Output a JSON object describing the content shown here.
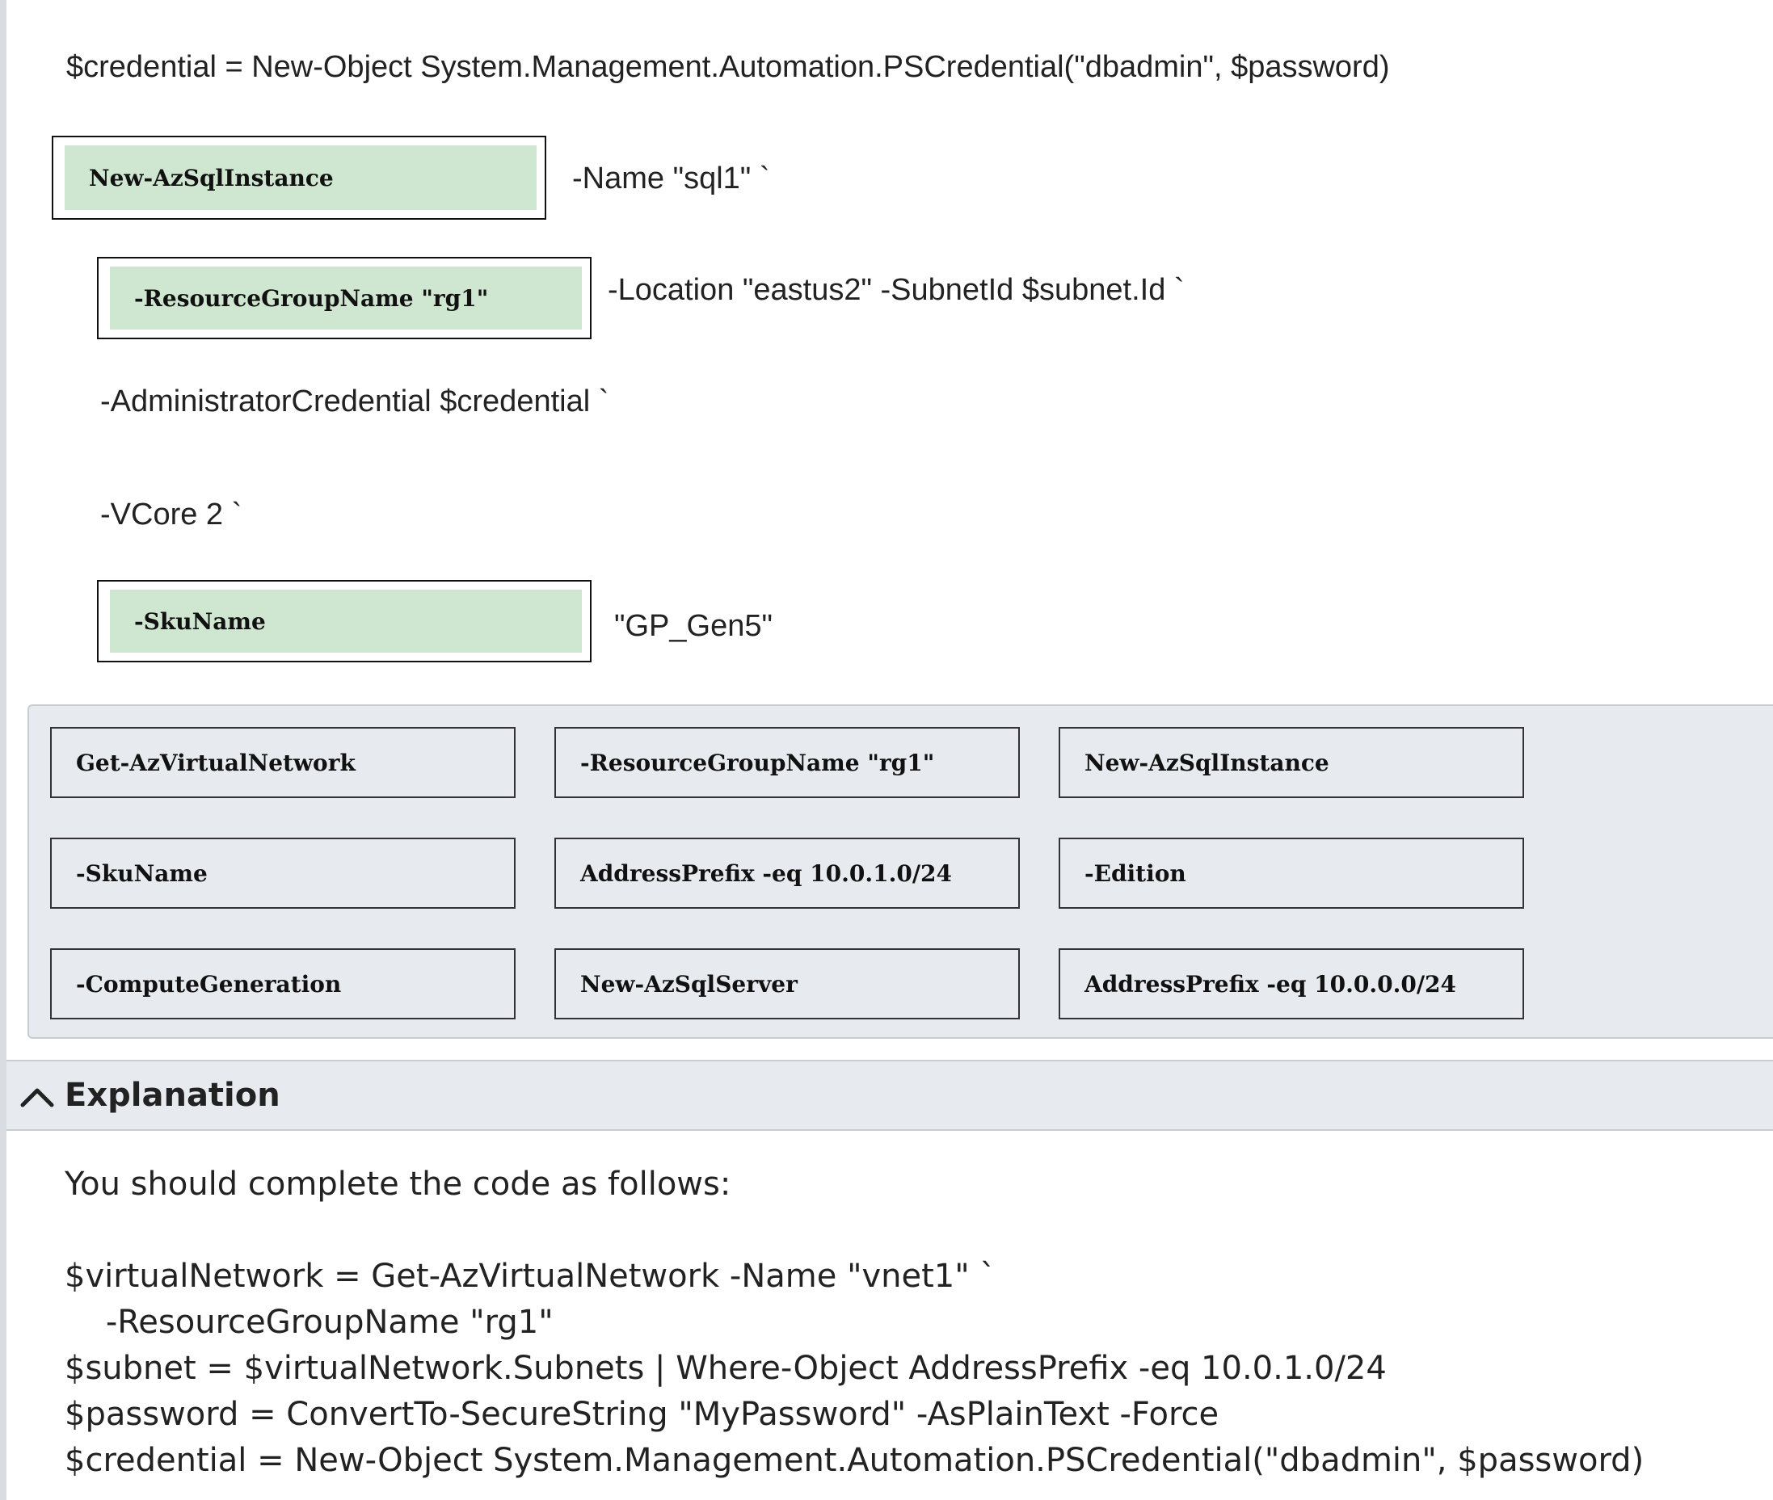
{
  "code": {
    "line1": "$credential = New-Object System.Management.Automation.PSCredential(\"dbadmin\", $password)",
    "slot1_suffix": "-Name \"sql1\" `",
    "slot2_suffix": "-Location \"eastus2\" -SubnetId $subnet.Id `",
    "line_admin": "-AdministratorCredential $credential `",
    "line_vcore": "-VCore 2 `",
    "slot3_suffix": "\"GP_Gen5\""
  },
  "slots": {
    "slot1": "New-AzSqlInstance",
    "slot2": "-ResourceGroupName \"rg1\"",
    "slot3": "-SkuName"
  },
  "bank": {
    "tiles": [
      "Get-AzVirtualNetwork",
      "-ResourceGroupName \"rg1\"",
      "New-AzSqlInstance",
      "-SkuName",
      "AddressPrefix -eq 10.0.1.0/24",
      "-Edition",
      "-ComputeGeneration",
      "New-AzSqlServer",
      "AddressPrefix -eq 10.0.0.0/24"
    ]
  },
  "explanation": {
    "title": "Explanation",
    "icon": "chevron-up-icon",
    "intro": "You should complete the code as follows:",
    "lines": [
      "$virtualNetwork = Get-AzVirtualNetwork -Name \"vnet1\" `",
      "    -ResourceGroupName \"rg1\"",
      "$subnet = $virtualNetwork.Subnets | Where-Object AddressPrefix -eq 10.0.1.0/24",
      "$password = ConvertTo-SecureString \"MyPassword\" -AsPlainText -Force",
      "$credential = New-Object System.Management.Automation.PSCredential(\"dbadmin\", $password)"
    ]
  },
  "colors": {
    "slot_fill": "#cfe6d0",
    "bank_bg": "#e7ebef",
    "text": "#222222"
  }
}
